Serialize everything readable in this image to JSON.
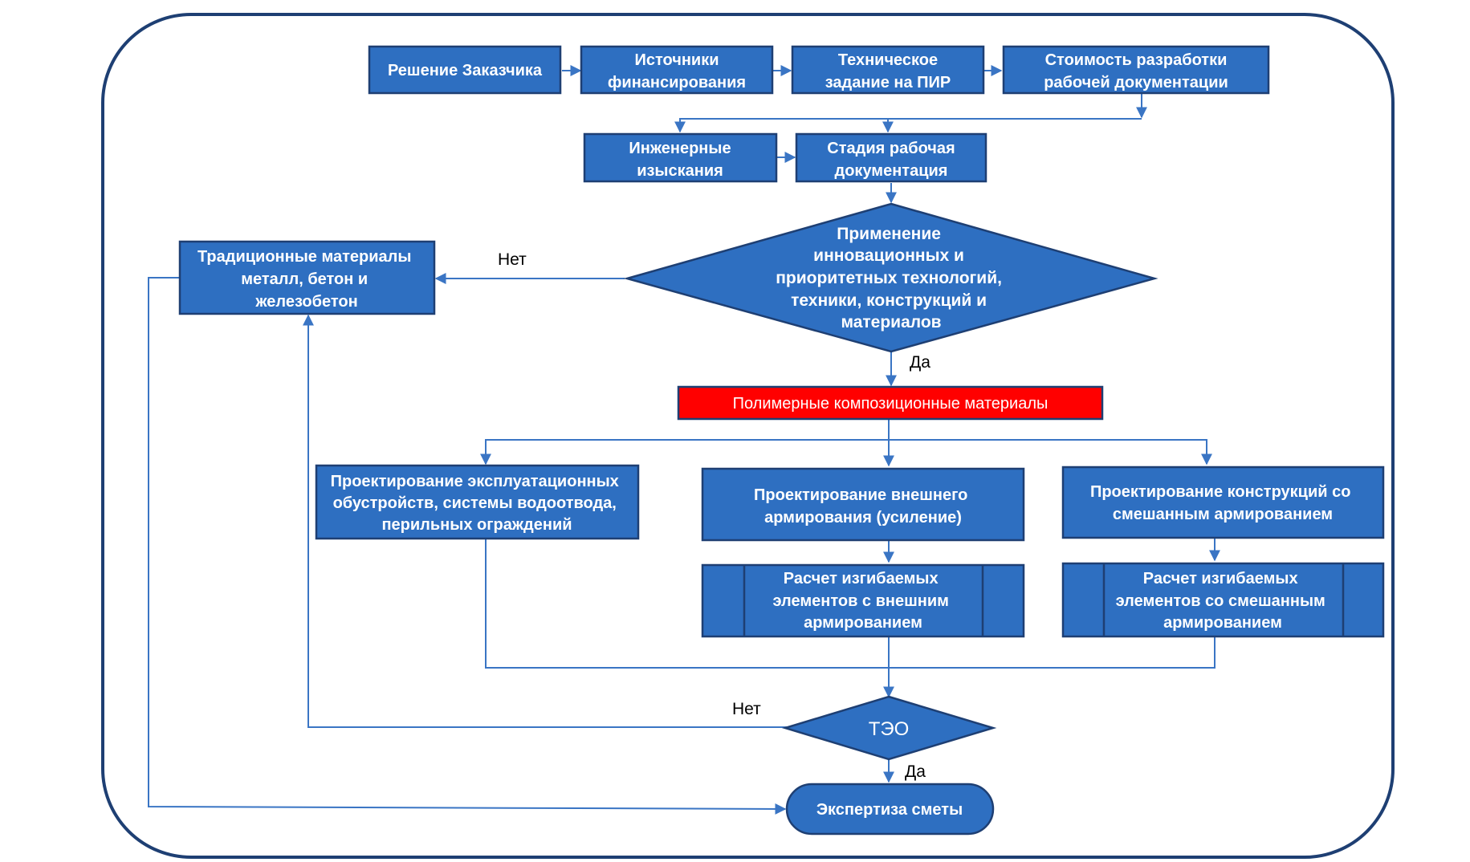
{
  "nodes": {
    "customer_decision": [
      "Решение Заказчика"
    ],
    "funding_sources": [
      "Источники",
      "финансирования"
    ],
    "tech_task": [
      "Техническое",
      "задание на ПИР"
    ],
    "doc_cost": [
      "Стоимость разработки",
      "рабочей документации"
    ],
    "eng_surveys": [
      "Инженерные",
      "изыскания"
    ],
    "work_doc_stage": [
      "Стадия рабочая",
      "документация"
    ],
    "innovation_decision": [
      "Применение",
      "инновационных и",
      "приоритетных технологий,",
      "техники, конструкций и",
      "материалов"
    ],
    "traditional_materials": [
      "Традиционные материалы",
      "металл, бетон и",
      "железобетон"
    ],
    "polymer_materials": [
      "Полимерные композиционные материалы"
    ],
    "design_operational": [
      "Проектирование эксплуатационных",
      "обустройств, системы водоотвода,",
      "перильных ограждений"
    ],
    "design_external": [
      "Проектирование внешнего",
      "армирования (усиление)"
    ],
    "design_mixed": [
      "Проектирование конструкций со",
      "смешанным армированием"
    ],
    "calc_external": [
      "Расчет изгибаемых",
      "элементов с внешним",
      "армированием"
    ],
    "calc_mixed": [
      "Расчет изгибаемых",
      "элементов со смешанным",
      "армированием"
    ],
    "teo_decision": [
      "ТЭО"
    ],
    "estimate_expertise": [
      "Экспертиза сметы"
    ]
  },
  "edge_labels": {
    "no_top": "Нет",
    "yes_top": "Да",
    "no_bottom": "Нет",
    "yes_bottom": "Да"
  },
  "colors": {
    "box_fill": "#2e6fc1",
    "box_border": "#1e3f73",
    "highlight_fill": "#ff0000",
    "connector": "#3a75c4",
    "frame": "#1e3f73"
  }
}
